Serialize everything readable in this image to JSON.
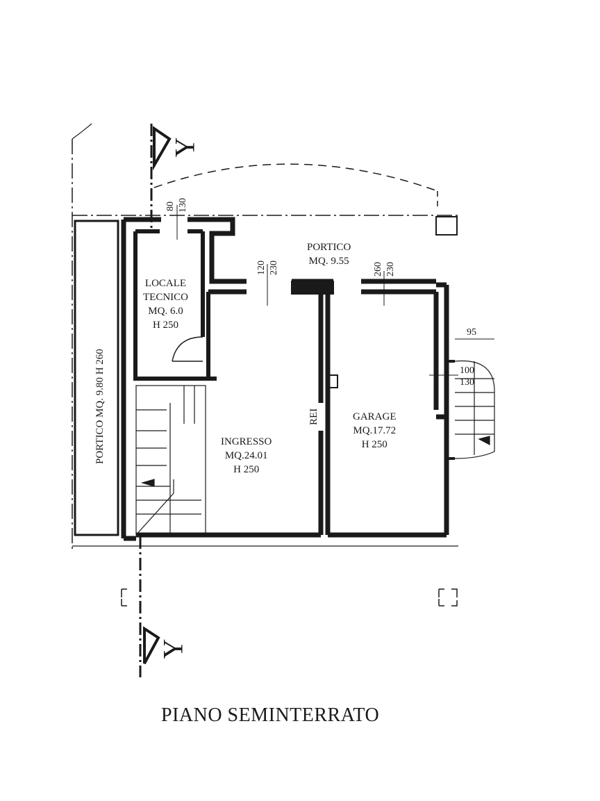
{
  "plan": {
    "title": "PIANO SEMINTERRATO",
    "section_marker": "Y",
    "rooms": {
      "locale_tecnico": {
        "name_line1": "LOCALE",
        "name_line2": "TECNICO",
        "area": "MQ. 6.0",
        "height": "H 250"
      },
      "ingresso": {
        "name": "INGRESSO",
        "area": "MQ.24.01",
        "height": "H 250"
      },
      "garage": {
        "name": "GARAGE",
        "area": "MQ.17.72",
        "height": "H 250"
      },
      "portico_top": {
        "name": "PORTICO",
        "area": "MQ. 9.55"
      },
      "portico_left": {
        "label": "PORTICO MQ. 9.80 H 260"
      }
    },
    "door_label_rei": "REI",
    "dimensions": {
      "tech_window_a": "80",
      "tech_window_b": "130",
      "ingresso_window_a": "120",
      "ingresso_window_b": "230",
      "garage_window_a": "260",
      "garage_window_b": "230",
      "right_window_a": "95",
      "right_window_b": "100",
      "right_window_c": "130"
    },
    "colors": {
      "ink": "#1a1a1a",
      "paper": "#ffffff"
    }
  }
}
